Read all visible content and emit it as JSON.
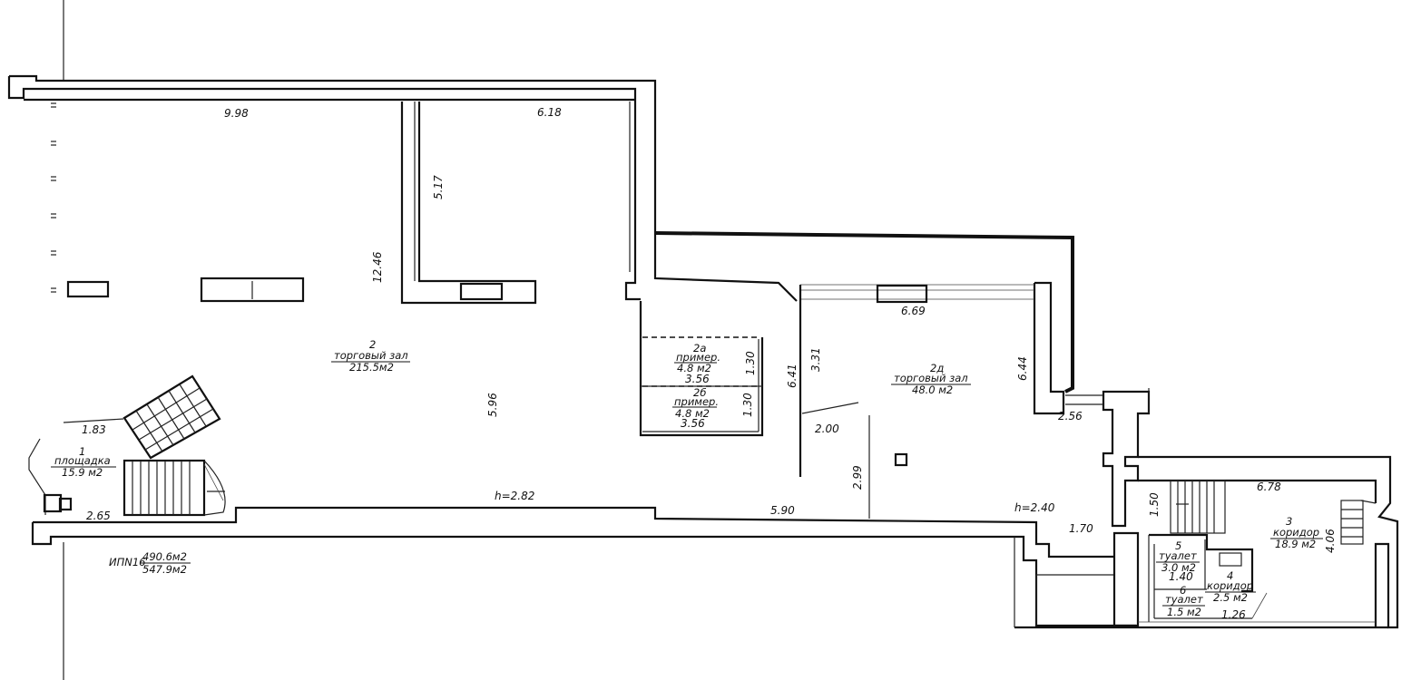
{
  "plan": {
    "dimensions": {
      "d_998": "9.98",
      "d_618": "6.18",
      "d_517": "5.17",
      "d_1246": "12.46",
      "d_596": "5.96",
      "d_183": "1.83",
      "d_265": "2.65",
      "d_590": "5.90",
      "d_641": "6.41",
      "d_331": "3.31",
      "d_669": "6.69",
      "d_644": "6.44",
      "d_256": "2.56",
      "d_200": "2.00",
      "d_299": "2.99",
      "d_170": "1.70",
      "d_150": "1.50",
      "d_678": "6.78",
      "d_406": "4.06",
      "d_356a": "3.56",
      "d_356b": "3.56",
      "d_130a": "1.30",
      "d_130b": "1.30",
      "d_140": "1.40",
      "d_126": "1.26"
    },
    "heights": {
      "h1": "h=2.82",
      "h2": "h=2.40"
    },
    "rooms": {
      "r1": {
        "num": "1",
        "name": "площадка",
        "area": "15.9  м2"
      },
      "r2": {
        "num": "2",
        "name": "торговый зал",
        "area": "215.5м2"
      },
      "r2a": {
        "num": "2а",
        "name": "пример.",
        "area": "4.8  м2"
      },
      "r2b": {
        "num": "2б",
        "name": "пример.",
        "area": "4.8  м2"
      },
      "r2d": {
        "num": "2д",
        "name": "торговый зал",
        "area": "48.0 м2"
      },
      "r3": {
        "num": "3",
        "name": "коридор",
        "area": "18.9 м2"
      },
      "r4": {
        "num": "4",
        "name": "коридор",
        "area": "2.5 м2"
      },
      "r5": {
        "num": "5",
        "name": "туалет",
        "area": "3.0 м2"
      },
      "r6": {
        "num": "6",
        "name": "туалет",
        "area": "1.5 м2"
      }
    },
    "summary": {
      "label": "ИПN16",
      "area_top": "490.6м2",
      "area_bottom": "547.9м2"
    }
  }
}
